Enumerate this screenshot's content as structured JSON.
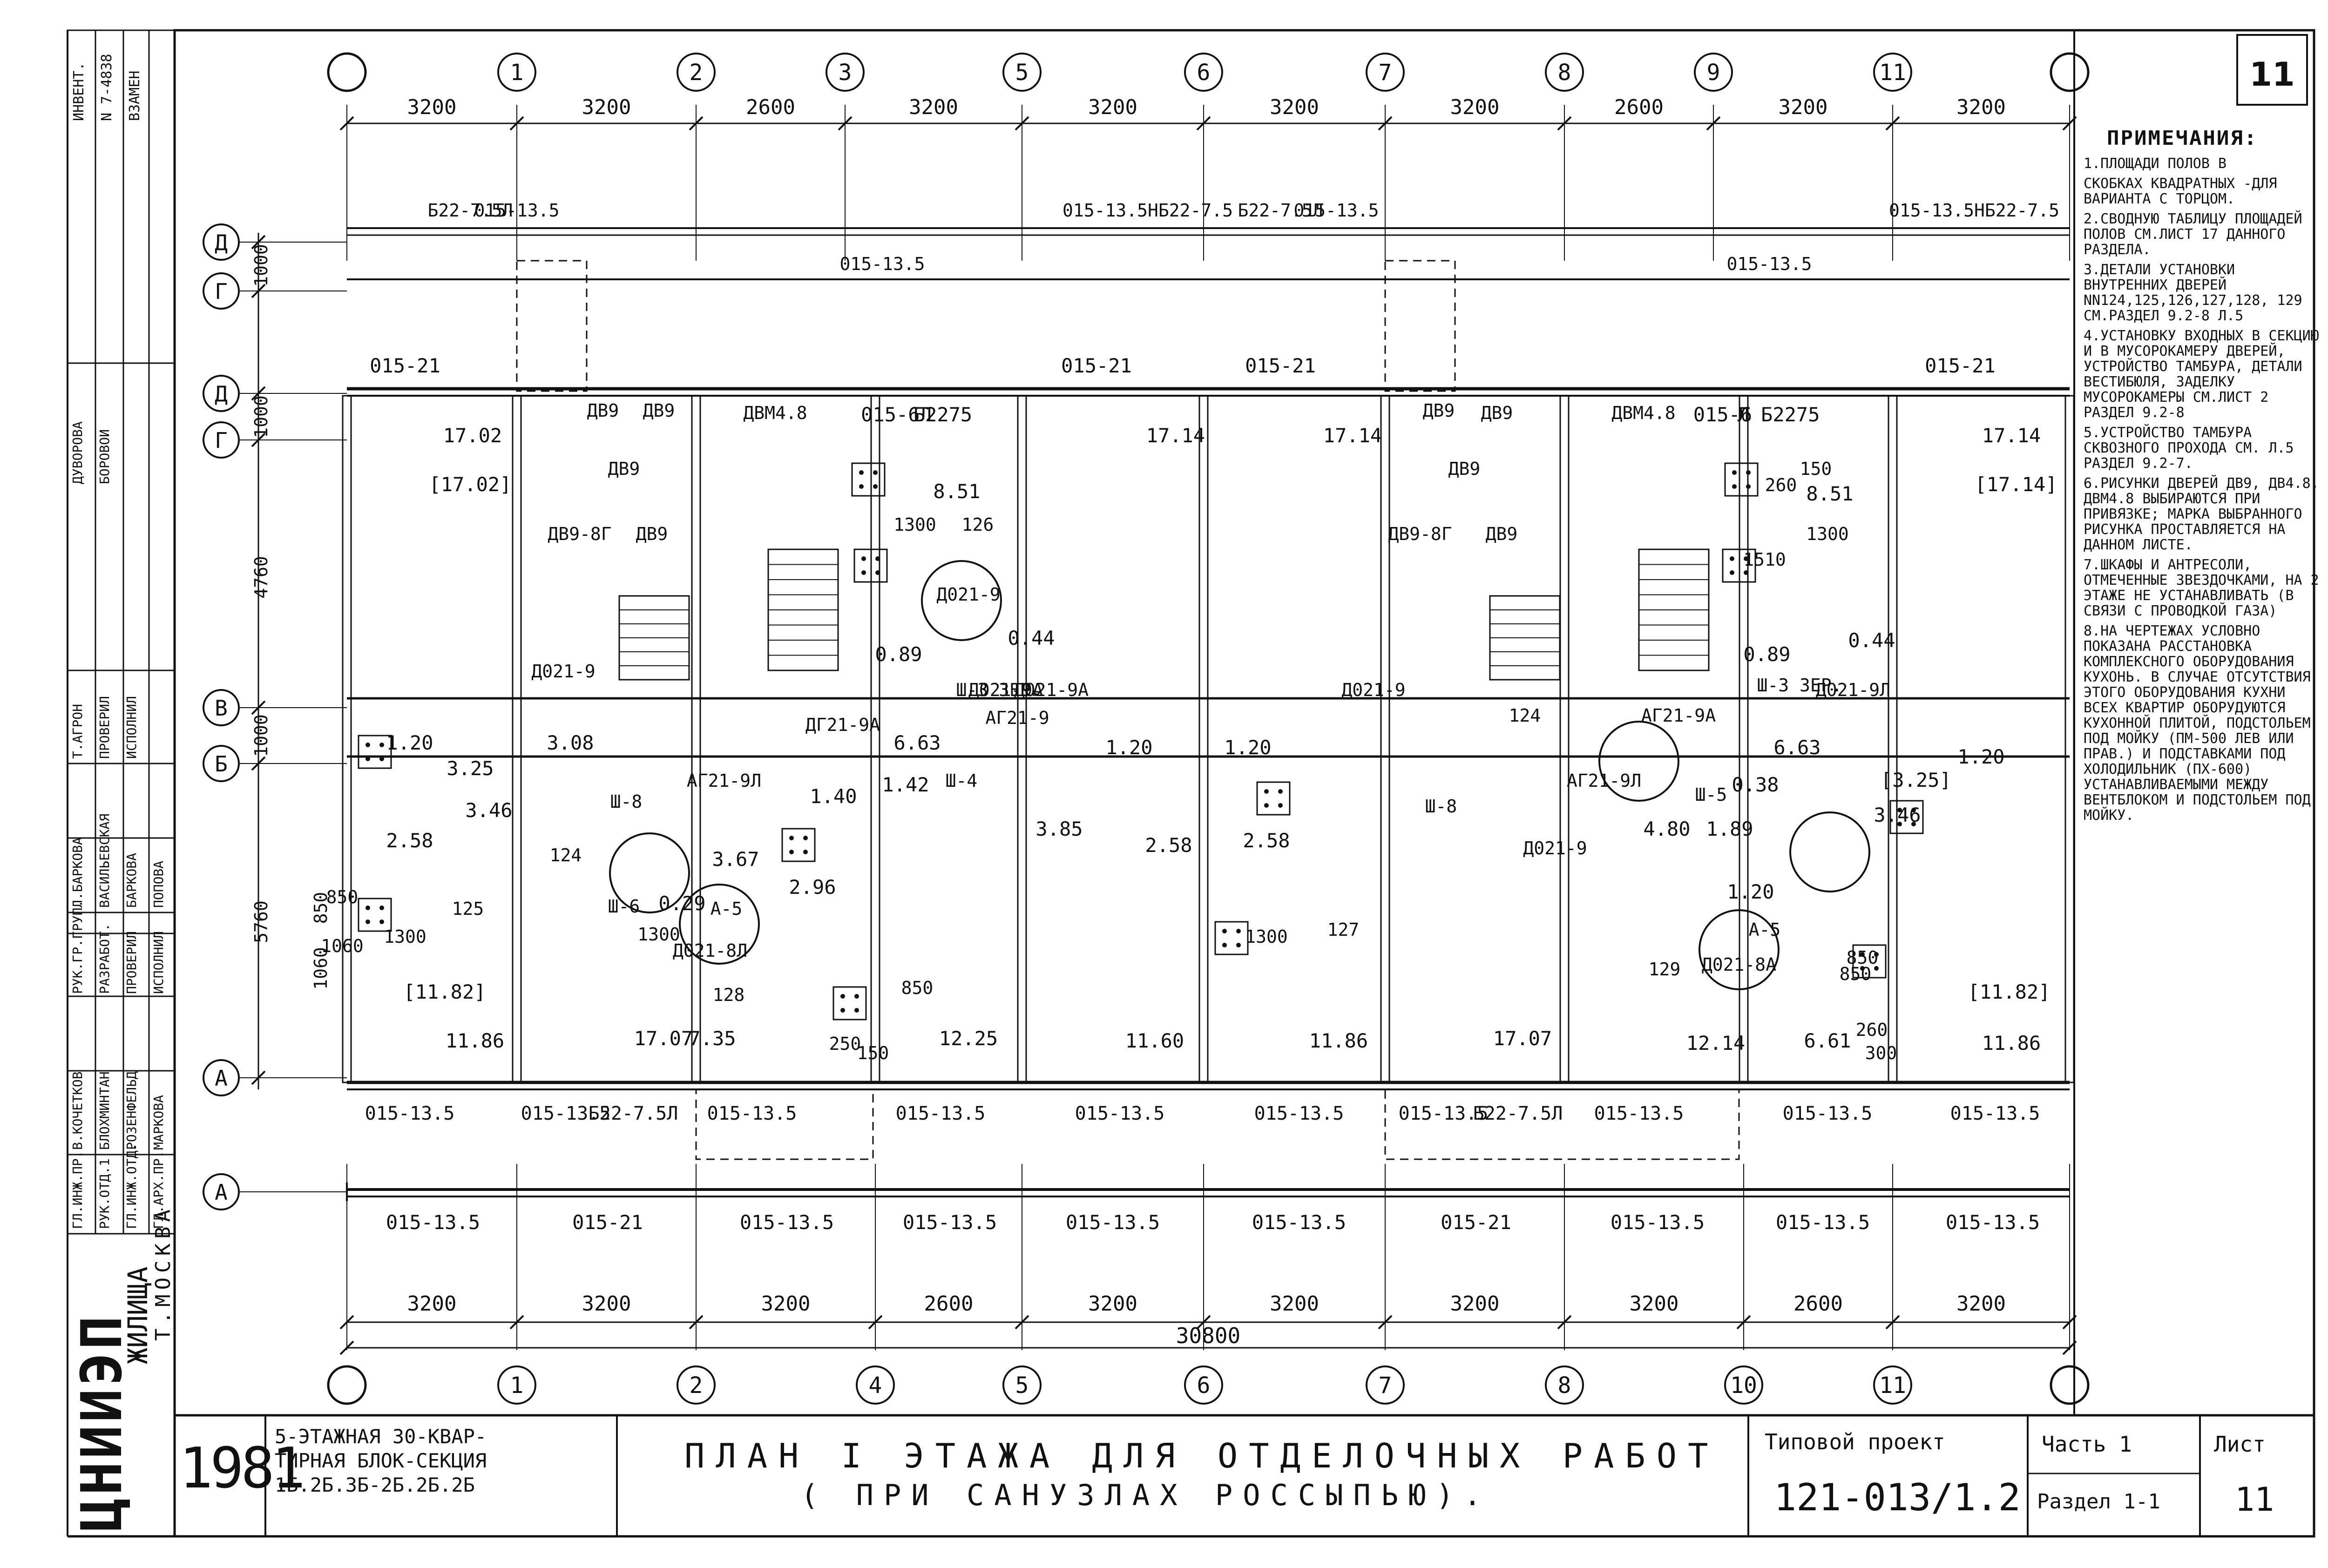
{
  "sheet": {
    "number_corner": "11",
    "organization": "ЦНИИЭП",
    "organization_sub": "ЖИЛИЩА",
    "city": "Т.МОСКВА",
    "year": "1981",
    "building_desc": [
      "5-ЭТАЖНАЯ 30-КВАР-",
      "ТИРНАЯ БЛОК-СЕКЦИЯ",
      "1Б.2Б.3Б-2Б.2Б.2Б"
    ],
    "title_line1": "ПЛАН I ЭТАЖА ДЛЯ ОТДЕЛОЧНЫХ РАБОТ",
    "title_line2": "( ПРИ САНУЗЛАХ РОССЫПЬЮ).",
    "project_label": "Типовой проект",
    "project_number": "121-013/1.2",
    "part_label": "Часть 1",
    "section_label": "Раздел 1-1",
    "sheet_label": "Лист",
    "sheet_value": "11",
    "left_stamp": {
      "rows": [
        "ИНВЕНТ.",
        "N 7-4838",
        "ВЗАМЕН"
      ],
      "roles": [
        "ГЛ.ИНЖ.ПР.",
        "РУК.ОТД.1",
        "ГЛ.ИНЖ.ОТД.",
        "ГЛ.АРХ.ПР."
      ],
      "roles2": [
        "РУК.ГР.ГРУП.",
        "РАЗРАБОТ.",
        "ПРОВЕРИЛ",
        "ИСПОЛНИЛ"
      ],
      "names": [
        "В.КОЧЕТКОВ",
        "БЛОХМИНТАН",
        "РОЗЕНФЕЛЬД",
        "МАРКОВА"
      ],
      "names2": [
        "Л.БАРКОВА",
        "ВАСИЛЬЕВСКАЯ",
        "БАРКОВА",
        "ПОПОВА"
      ],
      "names3": [
        "Т.АГРОН",
        "ПРОВЕРИЛ",
        "ИСПОЛНИЛ"
      ],
      "names4": [
        "ДУВОРОВА",
        "БОРОВОИ"
      ]
    }
  },
  "notes": {
    "title": "ПРИМЕЧАНИЯ:",
    "items": [
      "1.Площади полов в",
      "скобках квадратных -для варианта с торцом.",
      "2.Сводную таблицу площадей полов см.лист 17 данного раздела.",
      "3.Детали установки внутренних дверей NN124,125,126,127,128, 129 см.раздел 9.2-8 л.5",
      "4.Установку входных в секцию и в мусорокамеру дверей, устройство тамбура, детали вестибюля, заделку мусорокамеры см.лист 2 раздел 9.2-8",
      "5.Устройство тамбура сквозного прохода см. л.5 раздел 9.2-7.",
      "6.Рисунки дверей ДВ9, ДВ4.8, ДВМ4.8 выбираются при привязке; марка выбранного рисунка проставляется на данном листе.",
      "7.Шкафы и антресоли, отмеченные звездочками, на 2 этаже не устанавливать (в связи с проводкой газа)",
      "8.На чертежах условно показана расстановка комплексного оборудования кухонь. В случае отсутствия этого оборудования кухни всех квартир оборудуются кухонной плитой, подстольем под мойку (ПМ-500 лев или прав.) и подставками под холодильник (ПХ-600) устанавливаемыми между вентблоком и подстольем под мойку."
    ]
  },
  "axes": {
    "top": [
      "1",
      "2",
      "3",
      "5",
      "6",
      "7",
      "8",
      "9",
      "11"
    ],
    "bottom": [
      "1",
      "2",
      "4",
      "5",
      "6",
      "7",
      "8",
      "10",
      "11"
    ],
    "rows_left": [
      "Д",
      "Г",
      "Д",
      "Г",
      "В",
      "Б",
      "А",
      "А"
    ]
  },
  "dimensions": {
    "top": [
      "3200",
      "3200",
      "2600",
      "3200",
      "3200",
      "3200",
      "3200",
      "2600",
      "3200",
      "3200"
    ],
    "bottom": [
      "3200",
      "3200",
      "3200",
      "2600",
      "3200",
      "3200",
      "3200",
      "3200",
      "2600",
      "3200"
    ],
    "total": "30800",
    "left": [
      "1000",
      "1000",
      "4760",
      "1000",
      "5760",
      "1060",
      "850"
    ]
  },
  "labels": {
    "window_top": [
      "Б22-7.5Л",
      "015-13.5",
      "015-13.5НБ22-7.5",
      "Б22-7.5Л",
      "015-13.5",
      "015-13.5",
      "015-13.5",
      "015-13.5НБ22-7.5"
    ],
    "window_upper": [
      "015-21",
      "015-21",
      "015-21",
      "015-21",
      "015-6Л",
      "Б2275",
      "015-6",
      "Л Б2275"
    ],
    "window_lower": [
      "015-13.5",
      "015-13.5",
      "Б22-7.5Л",
      "015-13.5",
      "015-13.5",
      "015-13.5",
      "015-13.5",
      "015-13.5",
      "Б22-7.5Л",
      "015-13.5",
      "015-13.5",
      "015-13.5"
    ],
    "window_bottom": [
      "015-13.5",
      "015-21",
      "015-13.5",
      "015-13.5",
      "015-13.5",
      "015-13.5",
      "015-21",
      "015-13.5",
      "015-13.5",
      "015-13.5"
    ],
    "areas": [
      "17.02",
      "[17.02]",
      "8.51",
      "17.14",
      "17.14",
      "8.51",
      "17.14",
      "[17.14]",
      "3.08",
      "6.63",
      "6.63",
      "1.40",
      "1.42",
      "2.96",
      "0.89",
      "0.89",
      "1.20",
      "1.20",
      "1.20",
      "1.20",
      "3.25",
      "3.46",
      "2.58",
      "2.58",
      "2.58",
      "3.67",
      "3.85",
      "[3.25]",
      "3.46",
      "0.38",
      "1.89",
      "4.80",
      "1.20",
      "[11.82]",
      "[11.82]",
      "11.86",
      "11.86",
      "11.86",
      "17.07",
      "17.07",
      "7.35",
      "12.25",
      "11.60",
      "12.14",
      "6.61",
      "0.29",
      "0.44",
      "0.44"
    ],
    "doors": [
      "ДВ9",
      "ДВ9",
      "ДВ9",
      "ДВ9-8Г",
      "ДВ9",
      "ДВМ4.8",
      "ДВ9",
      "ДВ9",
      "ДВ9",
      "ДВ9-8Г",
      "ДВ9",
      "ДВМ4.8",
      "Д021-9",
      "Д021-9А",
      "Д021-9",
      "Д021-9А",
      "Д021-9",
      "Д021-9Л",
      "Д021-9",
      "АГ21-9А",
      "АГ21-9Л",
      "АГ21-9",
      "ДГ21-9А",
      "Д021-8Л",
      "Д021-8А",
      "АГ21-9Л",
      "А-5",
      "А-5"
    ],
    "room_numbers": [
      "126",
      "124",
      "125",
      "128",
      "127",
      "124",
      "129",
      "1300",
      "1300",
      "1300",
      "1300",
      "1300",
      "Ш-8",
      "Ш-8",
      "Ш-6",
      "Ш-4",
      "Ш-5",
      "Ш-3 ЗЕР.",
      "Ш-3 ЗЕР.",
      "260",
      "150",
      "250",
      "150",
      "1510",
      "850",
      "850",
      "1060",
      "850",
      "260",
      "300",
      "850"
    ]
  }
}
